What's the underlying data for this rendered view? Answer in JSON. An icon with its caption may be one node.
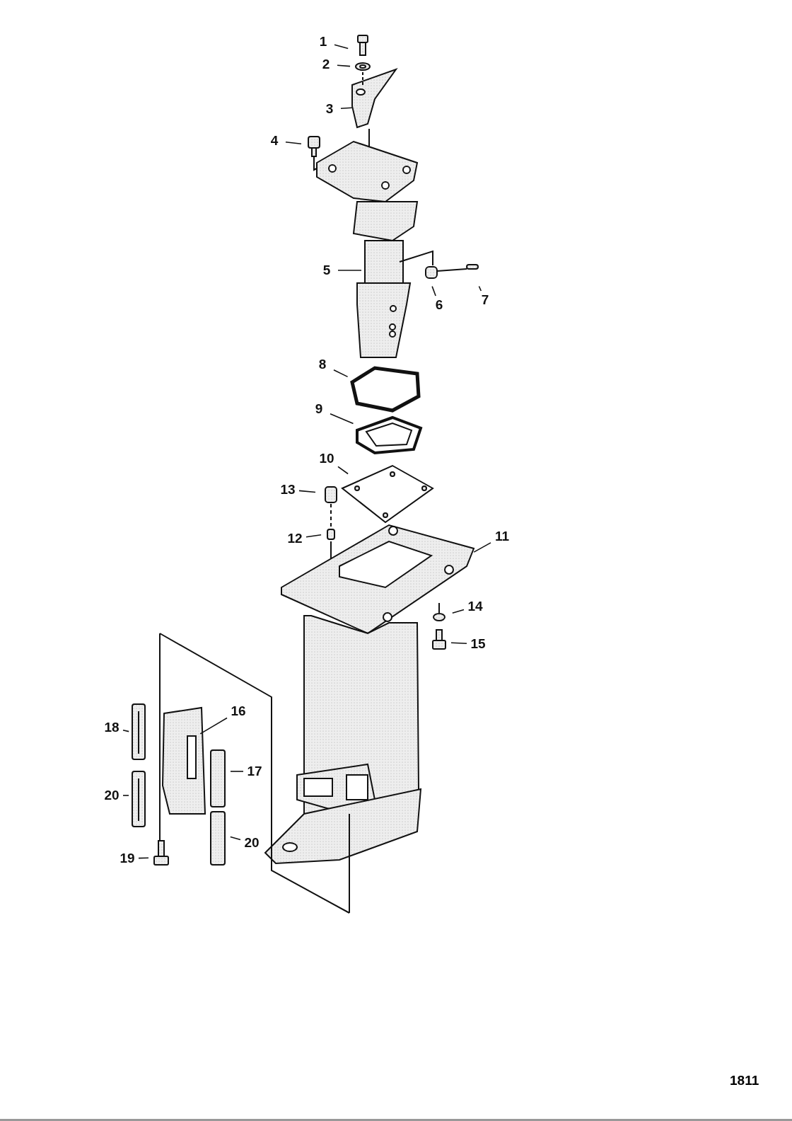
{
  "diagram": {
    "nodes": [
      {
        "text": [
          "1"
        ]
      },
      {
        "text": [
          "2"
        ]
      },
      {
        "text": [
          "3"
        ]
      },
      {
        "text": [
          "4"
        ]
      },
      {
        "text": [
          "5"
        ]
      },
      {
        "text": [
          "6"
        ]
      },
      {
        "text": [
          "7"
        ]
      },
      {
        "text": [
          "8"
        ]
      },
      {
        "text": [
          "9"
        ]
      },
      {
        "text": [
          "10"
        ]
      },
      {
        "text": [
          "11"
        ]
      },
      {
        "text": [
          "12"
        ]
      },
      {
        "text": [
          "13"
        ]
      },
      {
        "text": [
          "14"
        ]
      },
      {
        "text": [
          "15"
        ]
      },
      {
        "text": [
          "16"
        ]
      },
      {
        "text": [
          "17"
        ]
      },
      {
        "text": [
          "18"
        ]
      },
      {
        "text": [
          "19"
        ]
      },
      {
        "text": [
          "20"
        ]
      },
      {
        "text": [
          "20"
        ]
      }
    ],
    "edges": [
      {
        "from": 0,
        "to": null,
        "arrow": "none"
      },
      {
        "from": 1,
        "to": null,
        "arrow": "none"
      },
      {
        "from": 2,
        "to": null,
        "arrow": "none"
      },
      {
        "from": 3,
        "to": null,
        "arrow": "none"
      },
      {
        "from": 4,
        "to": null,
        "arrow": "none"
      },
      {
        "from": 5,
        "to": null,
        "arrow": "none"
      },
      {
        "from": 6,
        "to": null,
        "arrow": "none"
      },
      {
        "from": 7,
        "to": null,
        "arrow": "none"
      },
      {
        "from": 8,
        "to": null,
        "arrow": "none"
      },
      {
        "from": 9,
        "to": null,
        "arrow": "none"
      },
      {
        "from": 10,
        "to": null,
        "arrow": "none"
      },
      {
        "from": 11,
        "to": null,
        "arrow": "none"
      },
      {
        "from": 12,
        "to": null,
        "arrow": "none"
      },
      {
        "from": 13,
        "to": null,
        "arrow": "none"
      },
      {
        "from": 14,
        "to": null,
        "arrow": "none"
      },
      {
        "from": 15,
        "to": null,
        "arrow": "none"
      },
      {
        "from": 16,
        "to": null,
        "arrow": "none"
      },
      {
        "from": 17,
        "to": null,
        "arrow": "none"
      },
      {
        "from": 18,
        "to": null,
        "arrow": "none"
      },
      {
        "from": 19,
        "to": null,
        "arrow": "none"
      },
      {
        "from": 20,
        "to": null,
        "arrow": "none"
      }
    ],
    "labels": [
      "1811"
    ]
  }
}
